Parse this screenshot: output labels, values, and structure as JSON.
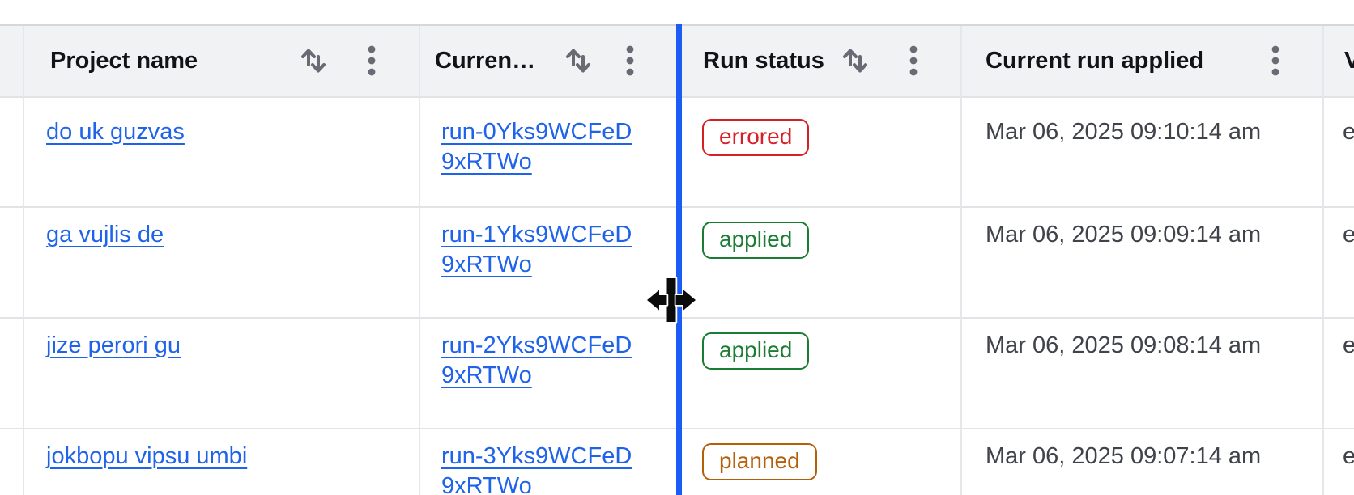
{
  "table": {
    "columns": [
      {
        "key": "prev_column_sliver",
        "label": ""
      },
      {
        "key": "project_name",
        "label": "Project name",
        "sortable": true,
        "has_menu": true
      },
      {
        "key": "current_run",
        "label": "Curren…",
        "sortable": true,
        "has_menu": true
      },
      {
        "key": "run_status",
        "label": "Run status",
        "sortable": true,
        "has_menu": true
      },
      {
        "key": "current_run_applied",
        "label": "Current run applied",
        "sortable": false,
        "has_menu": true
      },
      {
        "key": "next_column_clipped",
        "label": "V"
      }
    ],
    "rows": [
      {
        "project": "do uk guzvas",
        "run_id": "run-0Yks9WCFeD9xRTWo",
        "status": "errored",
        "applied_at": "Mar 06, 2025 09:10:14 am",
        "next_col_text": "e"
      },
      {
        "project": "ga vujlis de",
        "run_id": "run-1Yks9WCFeD9xRTWo",
        "status": "applied",
        "applied_at": "Mar 06, 2025 09:09:14 am",
        "next_col_text": "e"
      },
      {
        "project": "jize perori gu",
        "run_id": "run-2Yks9WCFeD9xRTWo",
        "status": "applied",
        "applied_at": "Mar 06, 2025 09:08:14 am",
        "next_col_text": "e"
      },
      {
        "project": "jokbopu vipsu umbi",
        "run_id": "run-3Yks9WCFeD9xRTWo",
        "status": "planned",
        "applied_at": "Mar 06, 2025 09:07:14 am",
        "next_col_text": "e"
      }
    ],
    "status_colors": {
      "errored": "#d91f26",
      "applied": "#1b7d33",
      "planned": "#b55f0a"
    },
    "interaction": {
      "state": "column-resize-in-progress",
      "cursor": "ew-resize"
    }
  },
  "colors": {
    "header_bg": "#f1f2f4",
    "header_text": "#121317",
    "cell_text": "#41434b",
    "border_row": "#e2e3e6",
    "border_col": "#e6e7ea",
    "table_top_border": "#d6d7da",
    "link": "#1f63ea",
    "resize_line": "#1b5cf5",
    "icon": "#686b73"
  },
  "icons": [
    "sort-arrows-icon",
    "kebab-menu-icon",
    "col-resize-cursor-icon"
  ]
}
